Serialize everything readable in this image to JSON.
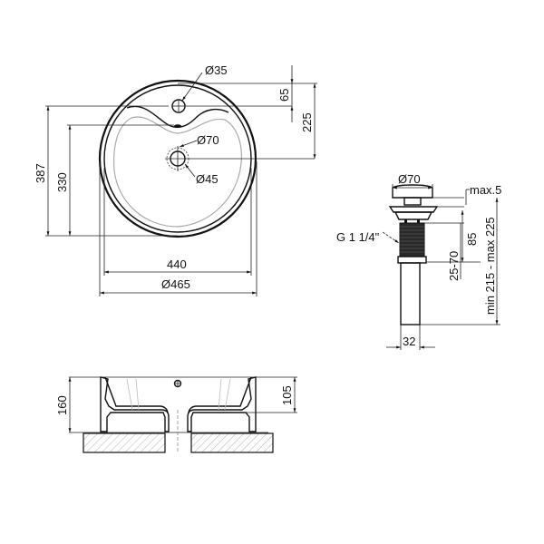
{
  "drawing": {
    "top_view": {
      "labels": {
        "overflow_hole": "Ø35",
        "drain_outer": "Ø70",
        "drain_inner": "Ø45",
        "dim_65": "65",
        "dim_225": "225",
        "dim_387": "387",
        "dim_330": "330",
        "dim_440": "440",
        "dim_465": "Ø465"
      }
    },
    "drain_fitting": {
      "labels": {
        "cap_diameter": "Ø70",
        "max_gap": "max.5",
        "thread": "G 1 1/4\"",
        "dim_85": "85",
        "dim_25_70": "25-70",
        "length_range": "min 215 - max 225",
        "pipe_diameter": "32"
      }
    },
    "section_view": {
      "labels": {
        "dim_160": "160",
        "dim_105": "105"
      }
    },
    "colors": {
      "line": "#111111",
      "inner_outline": "#aaaaaa",
      "hatch": "#999999",
      "thread": "#333333"
    }
  }
}
